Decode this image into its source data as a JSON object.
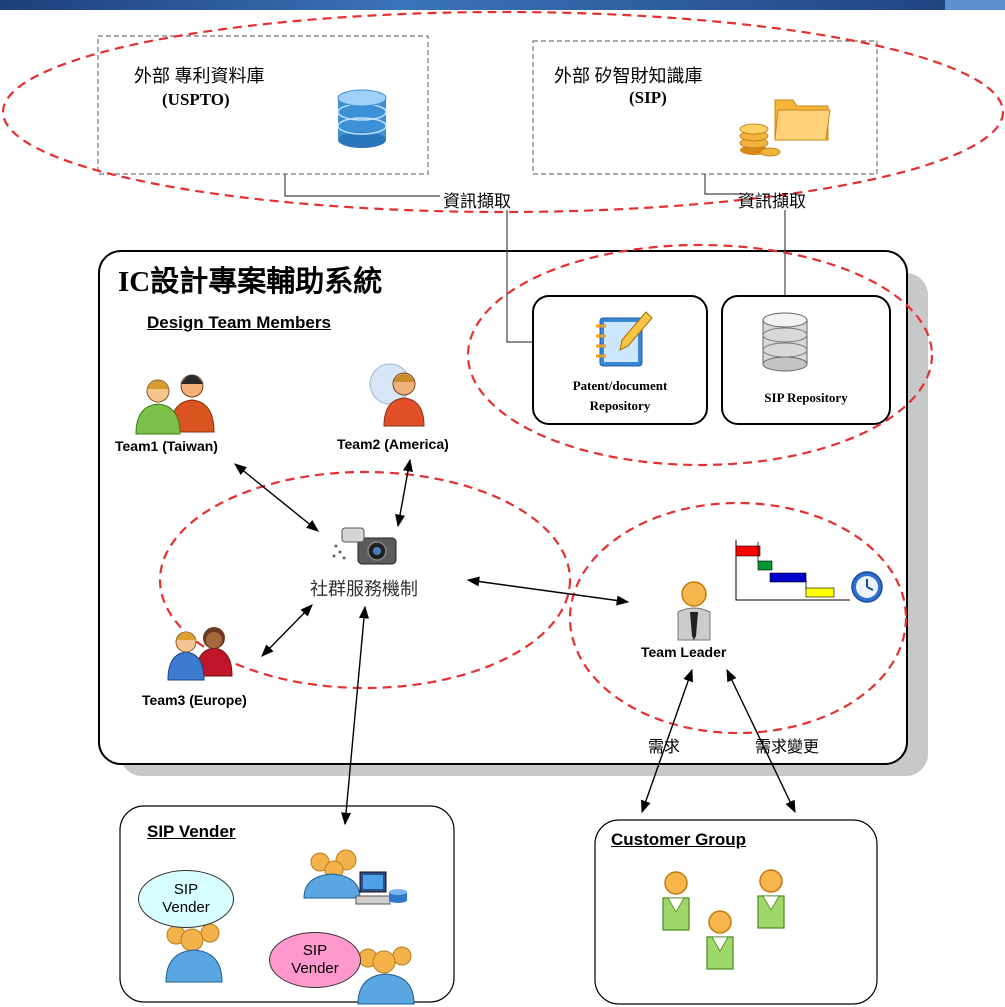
{
  "external": {
    "uspto": {
      "line1": "外部 專利資料庫",
      "line2": "(USPTO)",
      "icon": "database-icon"
    },
    "sip": {
      "line1": "外部 矽智財知識庫",
      "line2": "(SIP)",
      "icon": "coins-folder-icon"
    },
    "extract_left": "資訊擷取",
    "extract_right": "資訊擷取"
  },
  "system": {
    "title": "IC設計專案輔助系統",
    "members_heading": "Design Team Members",
    "patent_repo": {
      "line1": "Patent/document",
      "line2": "Repository",
      "icon": "notepad-icon"
    },
    "sip_repo": {
      "label": "SIP Repository",
      "icon": "database-stack-icon"
    },
    "teams": {
      "team1": "Team1 (Taiwan)",
      "team2": "Team2 (America)",
      "team3": "Team3 (Europe)"
    },
    "social": "社群服務機制",
    "leader": "Team Leader"
  },
  "links": {
    "requirement": "需求",
    "requirement_change": "需求變更"
  },
  "sip_vender": {
    "heading": "SIP Vender",
    "bubble1": "SIP\nVender",
    "bubble2": "SIP\nVender",
    "bubble1_color": "#d8ffff",
    "bubble2_color": "#ff99cc"
  },
  "customer": {
    "heading": "Customer Group"
  },
  "colors": {
    "dashed_ellipse": "#e53030",
    "gantt_red": "#ff0000",
    "gantt_green": "#009933",
    "gantt_blue": "#0000cc",
    "gantt_yellow": "#ffff00"
  }
}
